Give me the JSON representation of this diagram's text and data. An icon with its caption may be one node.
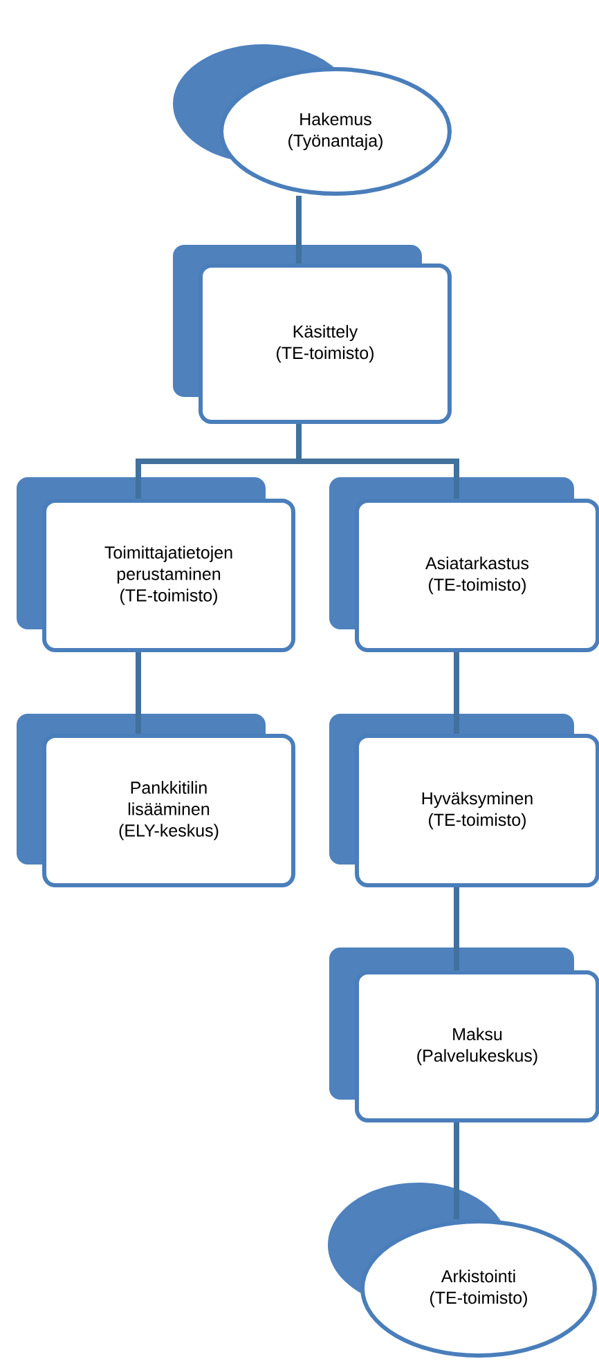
{
  "diagram": {
    "nodes": [
      {
        "text": [
          "Hakemus (Työnantaja)"
        ]
      },
      {
        "text": [
          "Käsittely (TE-toimisto)"
        ]
      },
      {
        "text": [
          "Toimittajatietojen perustaminen (TE-toimisto)"
        ]
      },
      {
        "text": [
          "Asiatarkastus (TE-toimisto)"
        ]
      },
      {
        "text": [
          "Pankkitilin lisääminen (ELY-keskus)"
        ]
      },
      {
        "text": [
          "Hyväksyminen (TE-toimisto)"
        ]
      },
      {
        "text": [
          "Maksu (Palvelukeskus)"
        ]
      },
      {
        "text": [
          "Arkistointi (TE-toimisto)"
        ]
      }
    ],
    "edges": [
      {
        "from": 0,
        "to": 1,
        "arrow": "none"
      },
      {
        "from": 1,
        "to": 2,
        "arrow": "none"
      },
      {
        "from": 1,
        "to": 3,
        "arrow": "none"
      },
      {
        "from": 2,
        "to": 4,
        "arrow": "none"
      },
      {
        "from": 3,
        "to": 5,
        "arrow": "none"
      },
      {
        "from": 5,
        "to": 6,
        "arrow": "none"
      },
      {
        "from": 6,
        "to": 7,
        "arrow": "none"
      }
    ]
  }
}
